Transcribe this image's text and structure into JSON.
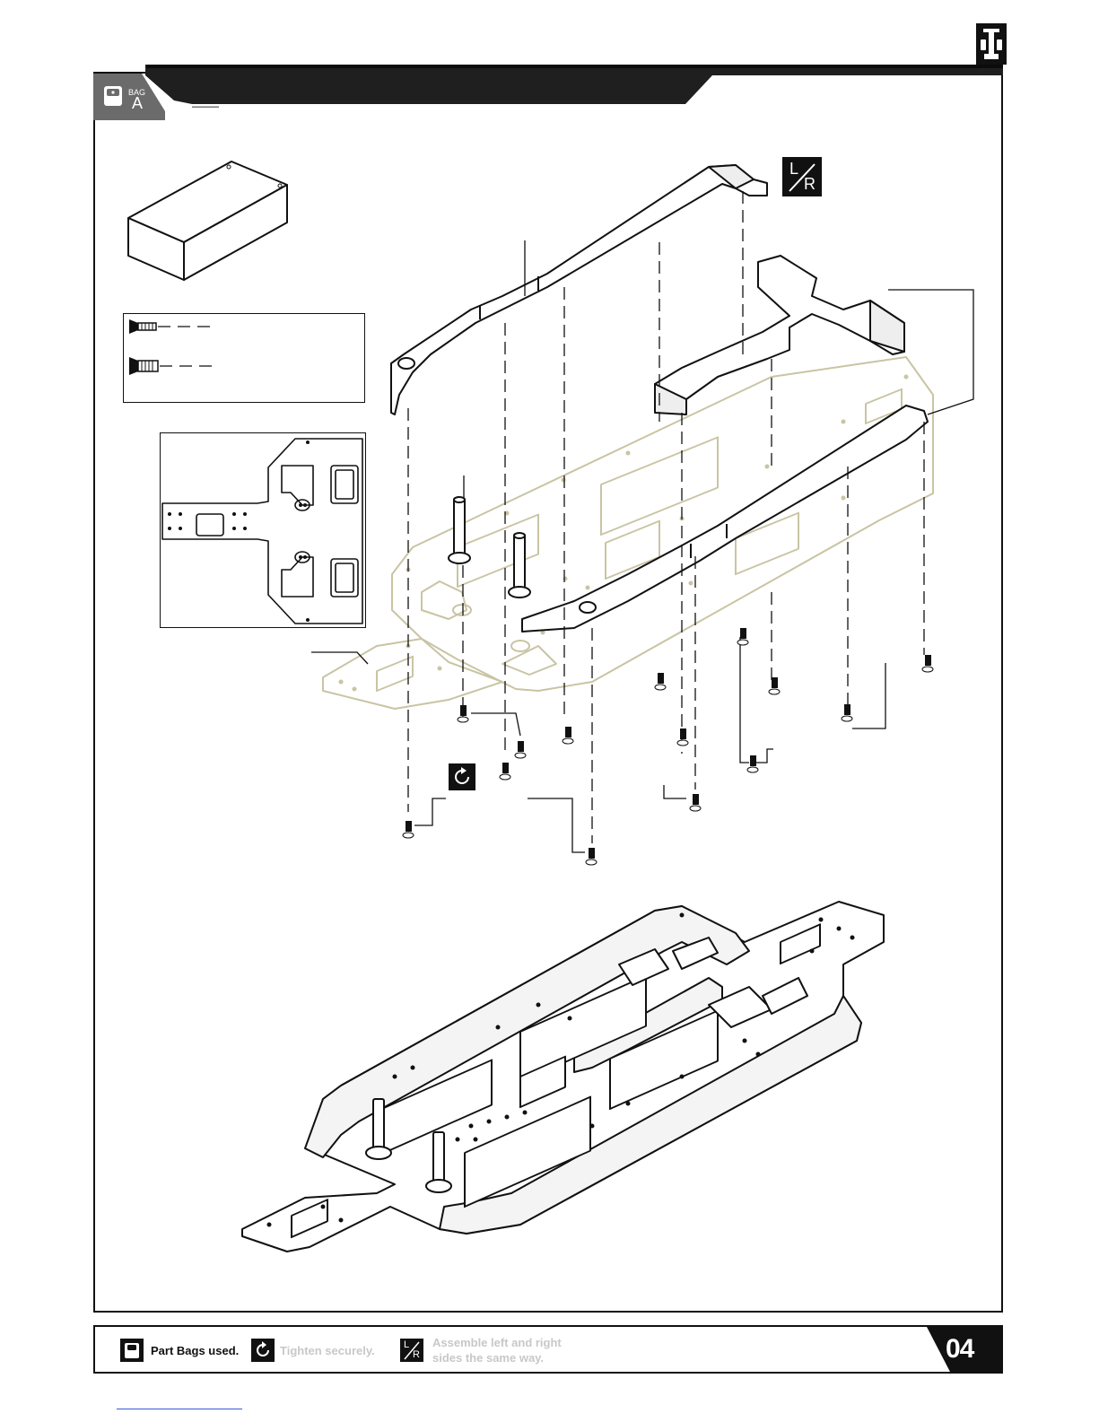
{
  "header": {
    "bag_word": "BAG",
    "bag_letter": "A"
  },
  "badges": {
    "lr_left": "L",
    "lr_right": "R"
  },
  "footer": {
    "part_bags_label": "Part Bags used.",
    "tighten_label": "Tighten securely.",
    "assemble_line1": "Assemble left and right",
    "assemble_line2": "sides the same way.",
    "lr_left": "L",
    "lr_right": "R",
    "page_number": "04"
  },
  "colors": {
    "ink": "#111111",
    "ghost_part": "#c9c4a3",
    "header_dark": "#1f1f1f",
    "tab_gray": "#6b6b6b",
    "muted_text": "#c8c8c8"
  },
  "icons": [
    "car-icon",
    "bag-icon",
    "tighten-icon",
    "left-right-icon"
  ]
}
